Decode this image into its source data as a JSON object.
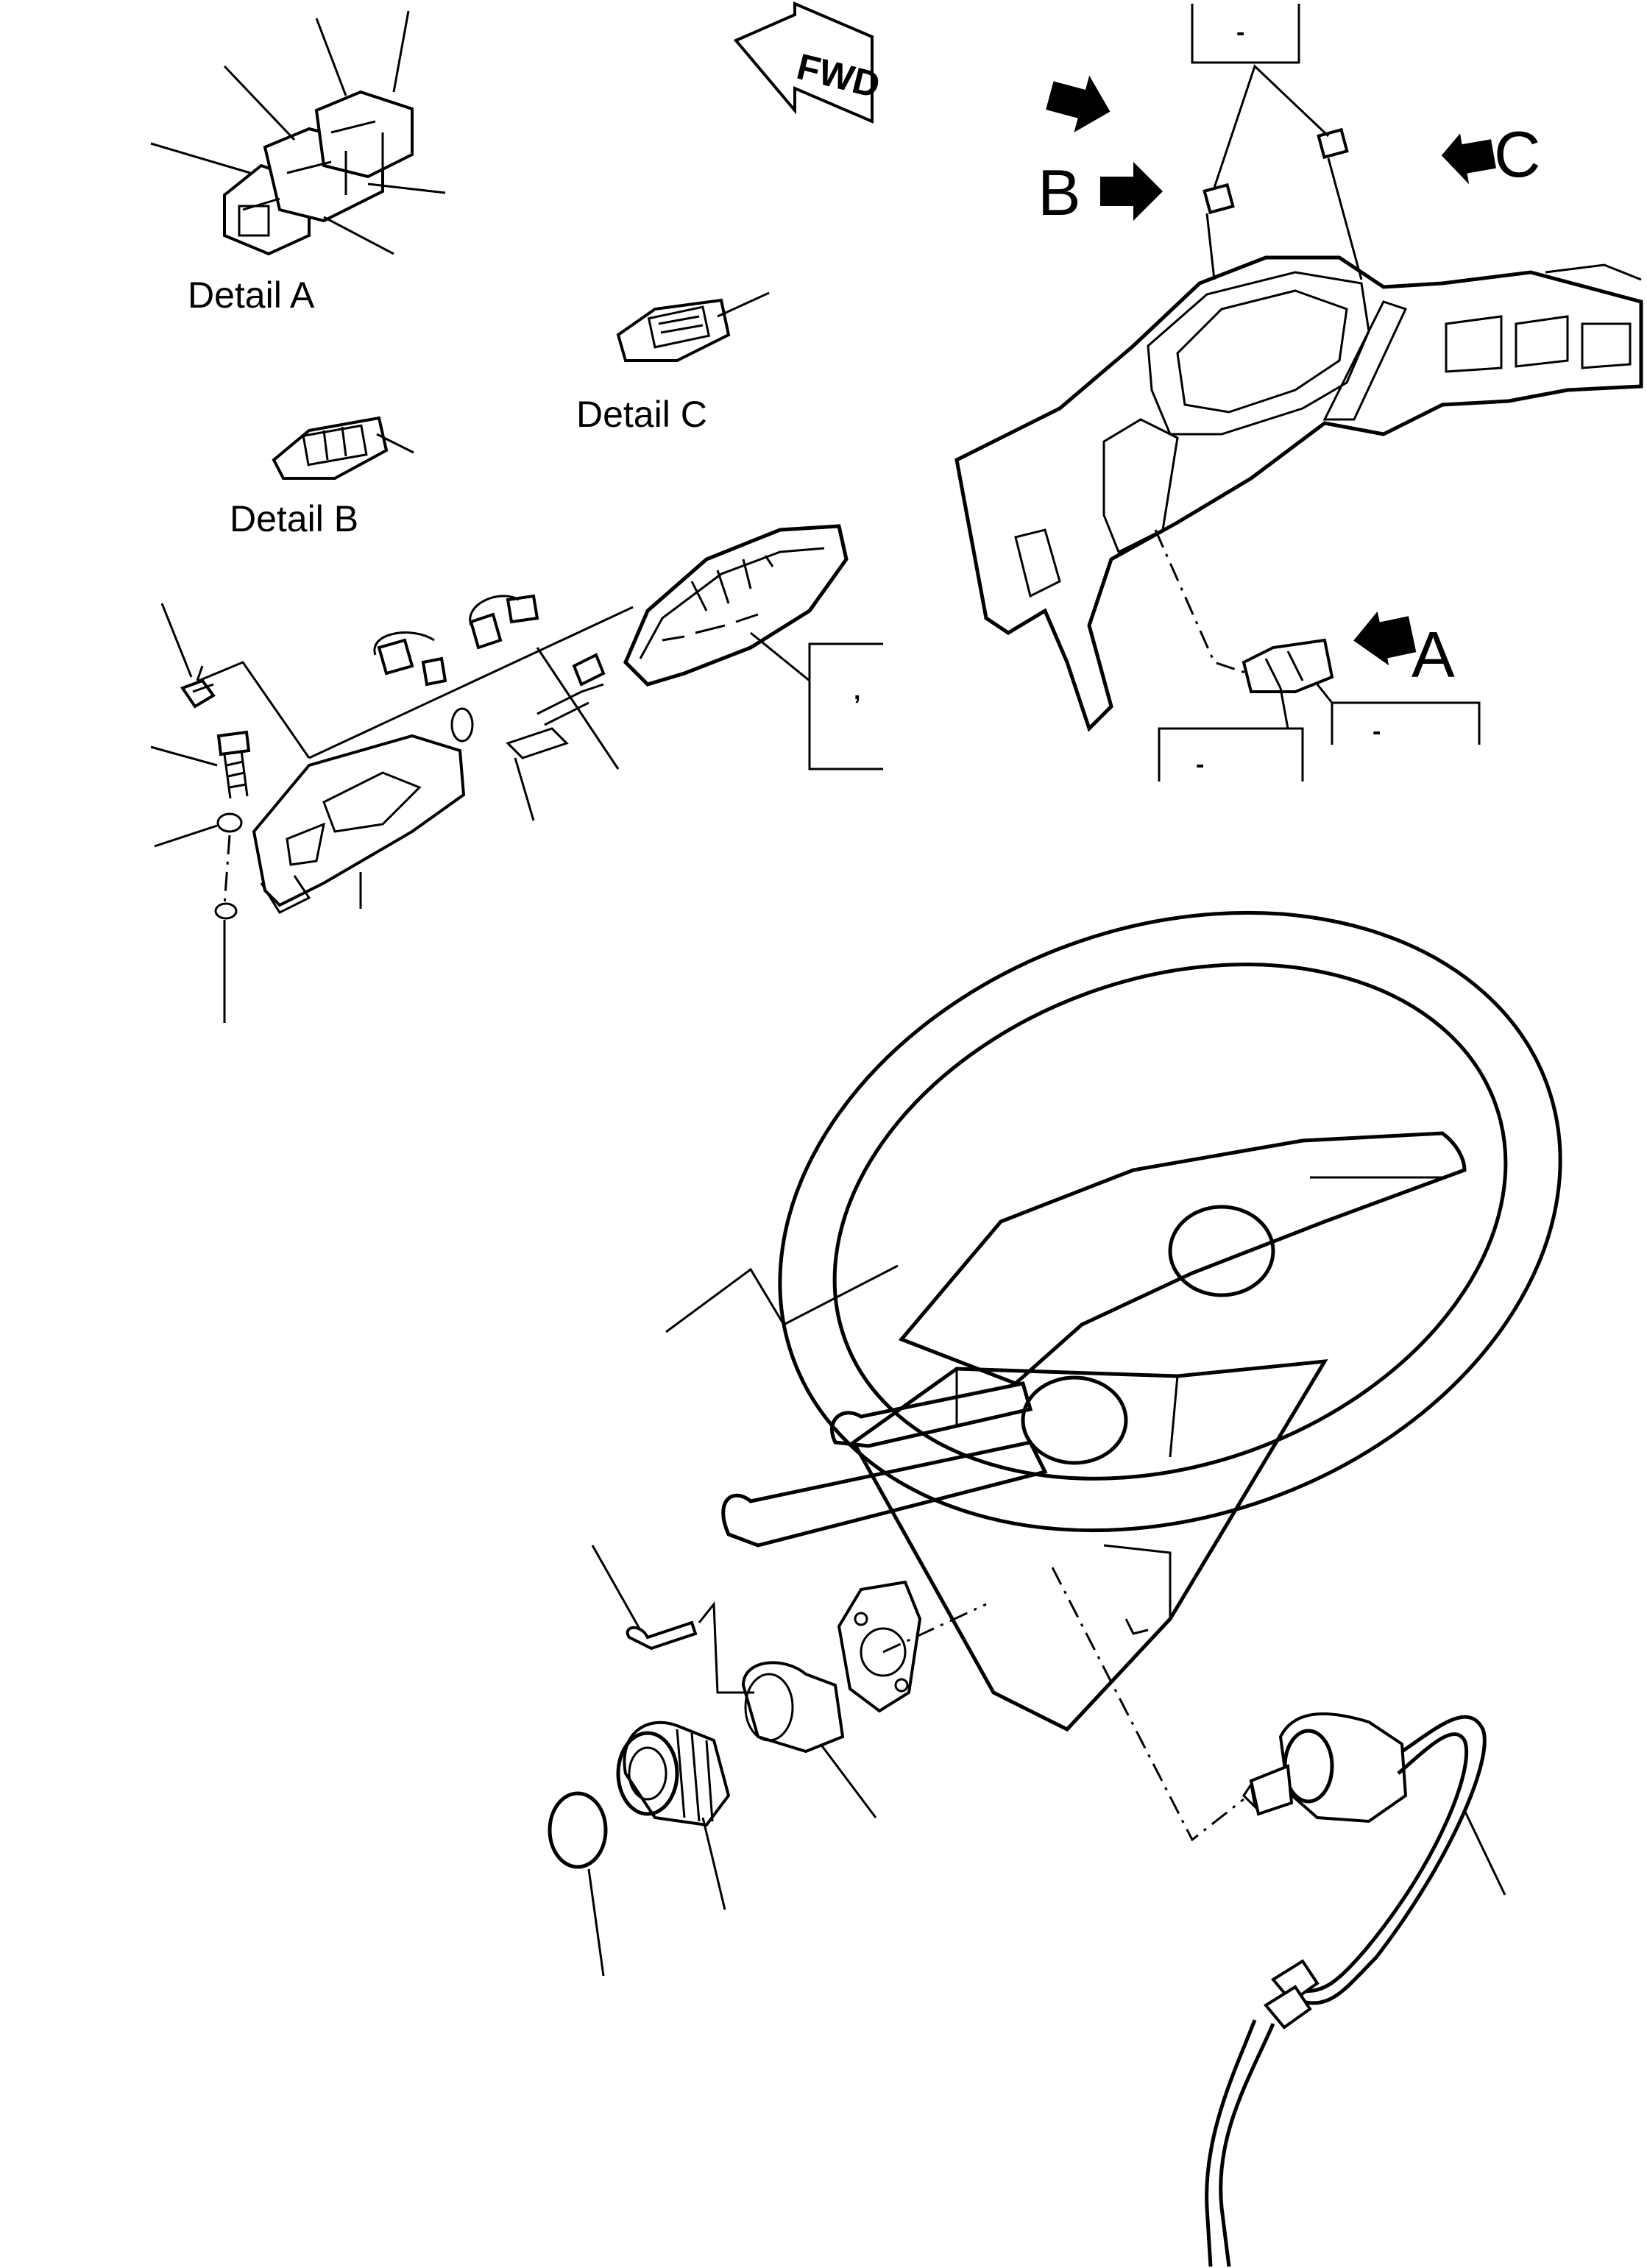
{
  "labels": {
    "detail_a": "Detail A",
    "detail_b": "Detail  B",
    "detail_c": "Detail  C",
    "fwd": "FWD",
    "view_a": "A",
    "view_b": "B",
    "view_c": "C",
    "box_top": "-",
    "box_mid": ",",
    "box_bl": "-",
    "box_br": "-"
  },
  "icons": {
    "arrows": [
      "arrow-right-icon",
      "arrow-left-icon"
    ]
  }
}
